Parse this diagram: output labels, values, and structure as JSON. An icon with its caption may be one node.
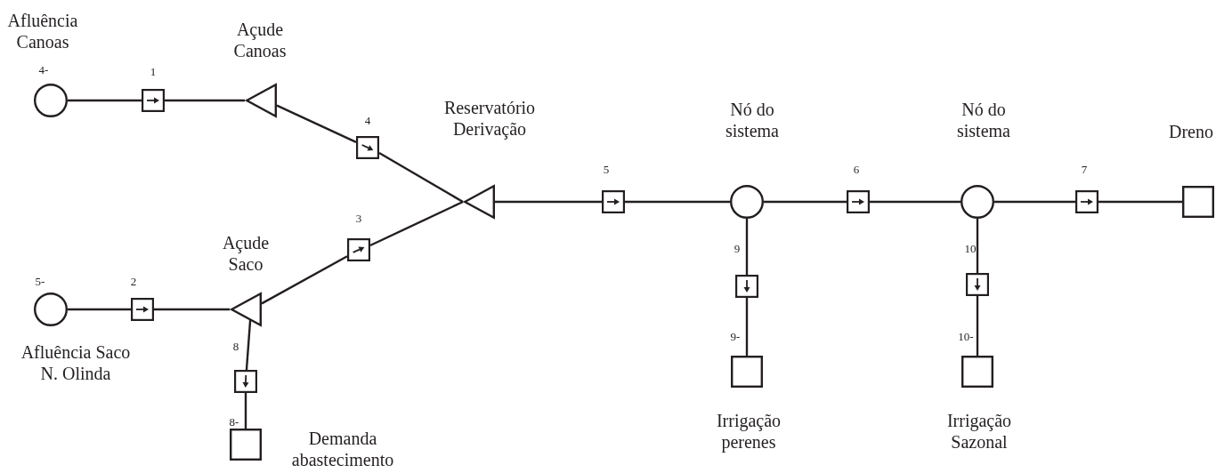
{
  "diagram": {
    "nodes": [
      {
        "text": [
          "Afluência Canoas"
        ],
        "beside": [
          "4-"
        ]
      },
      {
        "text": [],
        "shape": "box",
        "beside": [
          "1"
        ]
      },
      {
        "text": [
          "Açude Canoas"
        ]
      },
      {
        "text": [],
        "shape": "box",
        "beside": [
          "4"
        ]
      },
      {
        "text": [
          "Reservatório Derivação"
        ]
      },
      {
        "text": [],
        "shape": "box",
        "beside": [
          "5"
        ]
      },
      {
        "text": [
          "Nó do sistema"
        ]
      },
      {
        "text": [],
        "shape": "box",
        "beside": [
          "6"
        ]
      },
      {
        "text": [
          "Nó do sistema"
        ]
      },
      {
        "text": [],
        "shape": "box",
        "beside": [
          "7"
        ]
      },
      {
        "text": [
          "Dreno"
        ]
      },
      {
        "text": [
          "Açude Saco"
        ]
      },
      {
        "text": [],
        "shape": "box",
        "beside": [
          "3"
        ]
      },
      {
        "text": [
          "Afluência Saco N. Olinda"
        ],
        "beside": [
          "5-"
        ]
      },
      {
        "text": [],
        "shape": "box",
        "beside": [
          "2"
        ]
      },
      {
        "text": [],
        "shape": "box",
        "beside": [
          "8"
        ]
      },
      {
        "text": [
          "Demanda abastecimento"
        ],
        "beside": [
          "8-"
        ]
      },
      {
        "text": [],
        "shape": "box",
        "beside": [
          "9"
        ]
      },
      {
        "text": [
          "Irrigação perenes"
        ],
        "beside": [
          "9-"
        ]
      },
      {
        "text": [],
        "shape": "box",
        "beside": [
          "10"
        ]
      },
      {
        "text": [
          "Irrigação Sazonal"
        ],
        "beside": [
          "10-"
        ]
      }
    ],
    "edges": [
      {
        "from": 0,
        "to": 1,
        "arrow": "none"
      },
      {
        "from": 1,
        "to": 2,
        "arrow": "none"
      },
      {
        "from": 2,
        "to": 3,
        "arrow": "none"
      },
      {
        "from": 3,
        "to": 4,
        "arrow": "none"
      },
      {
        "from": 4,
        "to": 5,
        "arrow": "none"
      },
      {
        "from": 5,
        "to": 6,
        "arrow": "none"
      },
      {
        "from": 6,
        "to": 7,
        "arrow": "none"
      },
      {
        "from": 7,
        "to": 8,
        "arrow": "none"
      },
      {
        "from": 8,
        "to": 9,
        "arrow": "none"
      },
      {
        "from": 9,
        "to": 10,
        "arrow": "none"
      },
      {
        "from": 13,
        "to": 14,
        "arrow": "none"
      },
      {
        "from": 14,
        "to": 11,
        "arrow": "none"
      },
      {
        "from": 11,
        "to": 12,
        "arrow": "none"
      },
      {
        "from": 12,
        "to": 4,
        "arrow": "none"
      },
      {
        "from": 11,
        "to": 15,
        "arrow": "none"
      },
      {
        "from": 15,
        "to": 16,
        "arrow": "none"
      },
      {
        "from": 6,
        "to": 17,
        "arrow": "none"
      },
      {
        "from": 17,
        "to": 18,
        "arrow": "none"
      },
      {
        "from": 8,
        "to": 19,
        "arrow": "none"
      },
      {
        "from": 19,
        "to": 20,
        "arrow": "none"
      }
    ]
  }
}
